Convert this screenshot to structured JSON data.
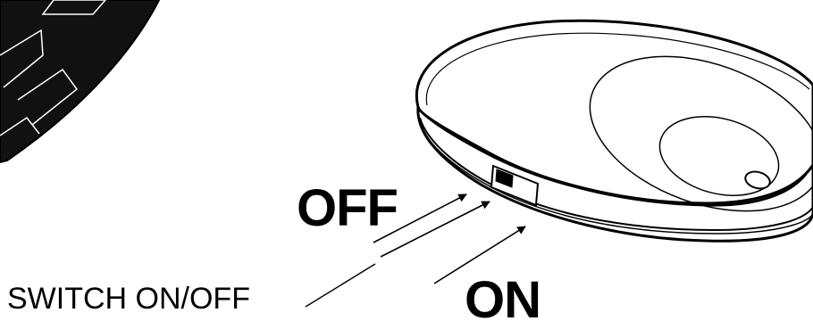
{
  "labels": {
    "off": "OFF",
    "on": "ON",
    "switch": "SWITCH ON/OFF"
  },
  "colors": {
    "ink": "#000000",
    "paper": "#ffffff"
  }
}
